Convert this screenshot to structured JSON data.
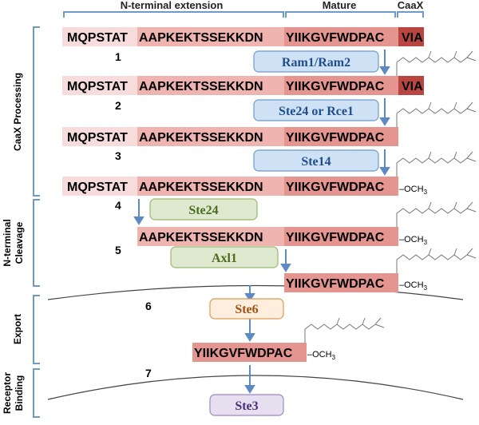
{
  "headers": {
    "n_terminal": "N-terminal extension",
    "mature": "Mature",
    "caax": "CaaX"
  },
  "sections": {
    "caax_processing": "CaaX Processing",
    "n_terminal_cleavage_line1": "N-terminal",
    "n_terminal_cleavage_line2": "Cleavage",
    "export": "Export",
    "receptor_binding_line1": "Receptor",
    "receptor_binding_line2": "Binding"
  },
  "sequences": {
    "n1": "MQPSTAT",
    "n2": "AAPKEKTSSEKKDN",
    "mature": "YIIKGVFWDPAC",
    "caax": "VIA"
  },
  "modification": {
    "methyl_prefix": "–OCH",
    "methyl_sub": "3"
  },
  "steps": [
    "1",
    "2",
    "3",
    "4",
    "5",
    "6",
    "7"
  ],
  "enzymes": {
    "ram": "Ram1/Ram2",
    "ste24_rce1": "Ste24 or Rce1",
    "ste14": "Ste14",
    "ste24": "Ste24",
    "axl1": "Axl1",
    "ste6": "Ste6",
    "ste3": "Ste3"
  },
  "colors": {
    "n1_fill": "#f8dcdc",
    "n2_fill": "#f0b4b0",
    "mature_fill": "#e49590",
    "caax_fill": "#b8453f",
    "blue_box": "#cfe1f5",
    "blue_stroke": "#6e9ac9",
    "blue_text": "#1f4e8c",
    "green_box": "#dfe9cf",
    "green_stroke": "#98b86e",
    "green_text": "#4a6b1f",
    "orange_box": "#fdeede",
    "orange_stroke": "#e09a52",
    "orange_text": "#a0520f",
    "purple_box": "#e6dff0",
    "purple_stroke": "#9e86c0",
    "purple_text": "#4a2e7a",
    "arrow": "#5b8ac4",
    "bracket": "#6e9ac9"
  }
}
